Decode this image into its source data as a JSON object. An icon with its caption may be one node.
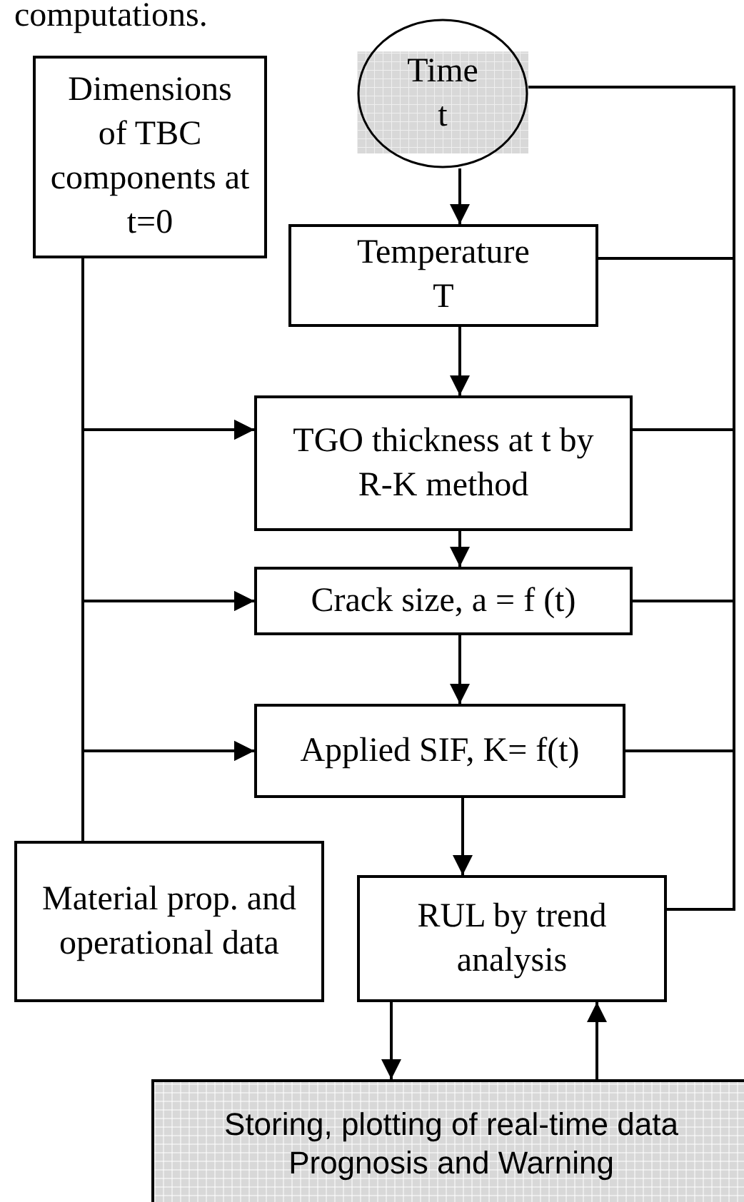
{
  "diagram": {
    "nodes": [
      {
        "text": [
          "Dimensions of TBC components at t=0"
        ]
      },
      {
        "text": [
          "Time t"
        ]
      },
      {
        "text": [
          "Temperature T"
        ]
      },
      {
        "text": [
          "TGO thickness at t by R-K method"
        ]
      },
      {
        "text": [
          "Crack size, a = f (t)"
        ]
      },
      {
        "text": [
          "Applied SIF, K= f(t)"
        ]
      },
      {
        "text": [
          "Material prop. and operational data"
        ]
      },
      {
        "text": [
          "RUL by trend analysis"
        ]
      },
      {
        "text": [
          "Storing, plotting of real-time data Prognosis and Warning"
        ]
      }
    ],
    "edges": [
      {
        "from": 1,
        "to": 2,
        "arrow": "to"
      },
      {
        "from": 2,
        "to": 3,
        "arrow": "to"
      },
      {
        "from": 3,
        "to": 4,
        "arrow": "to"
      },
      {
        "from": 4,
        "to": 5,
        "arrow": "to"
      },
      {
        "from": 5,
        "to": 7,
        "arrow": "to"
      },
      {
        "from": 0,
        "to": 3,
        "arrow": "to"
      },
      {
        "from": 0,
        "to": 4,
        "arrow": "to"
      },
      {
        "from": 0,
        "to": 5,
        "arrow": "to"
      },
      {
        "from": 6,
        "to": 3,
        "arrow": "to"
      },
      {
        "from": 6,
        "to": 4,
        "arrow": "to"
      },
      {
        "from": 6,
        "to": 5,
        "arrow": "to"
      },
      {
        "from": 1,
        "to": 7,
        "arrow": "none"
      },
      {
        "from": 2,
        "to": 7,
        "arrow": "none"
      },
      {
        "from": 3,
        "to": 7,
        "arrow": "none"
      },
      {
        "from": 4,
        "to": 7,
        "arrow": "none"
      },
      {
        "from": 5,
        "to": 7,
        "arrow": "none"
      },
      {
        "from": 7,
        "to": 8,
        "arrow": "to"
      },
      {
        "from": 8,
        "to": 7,
        "arrow": "to"
      }
    ],
    "labels": [
      "computations."
    ]
  }
}
